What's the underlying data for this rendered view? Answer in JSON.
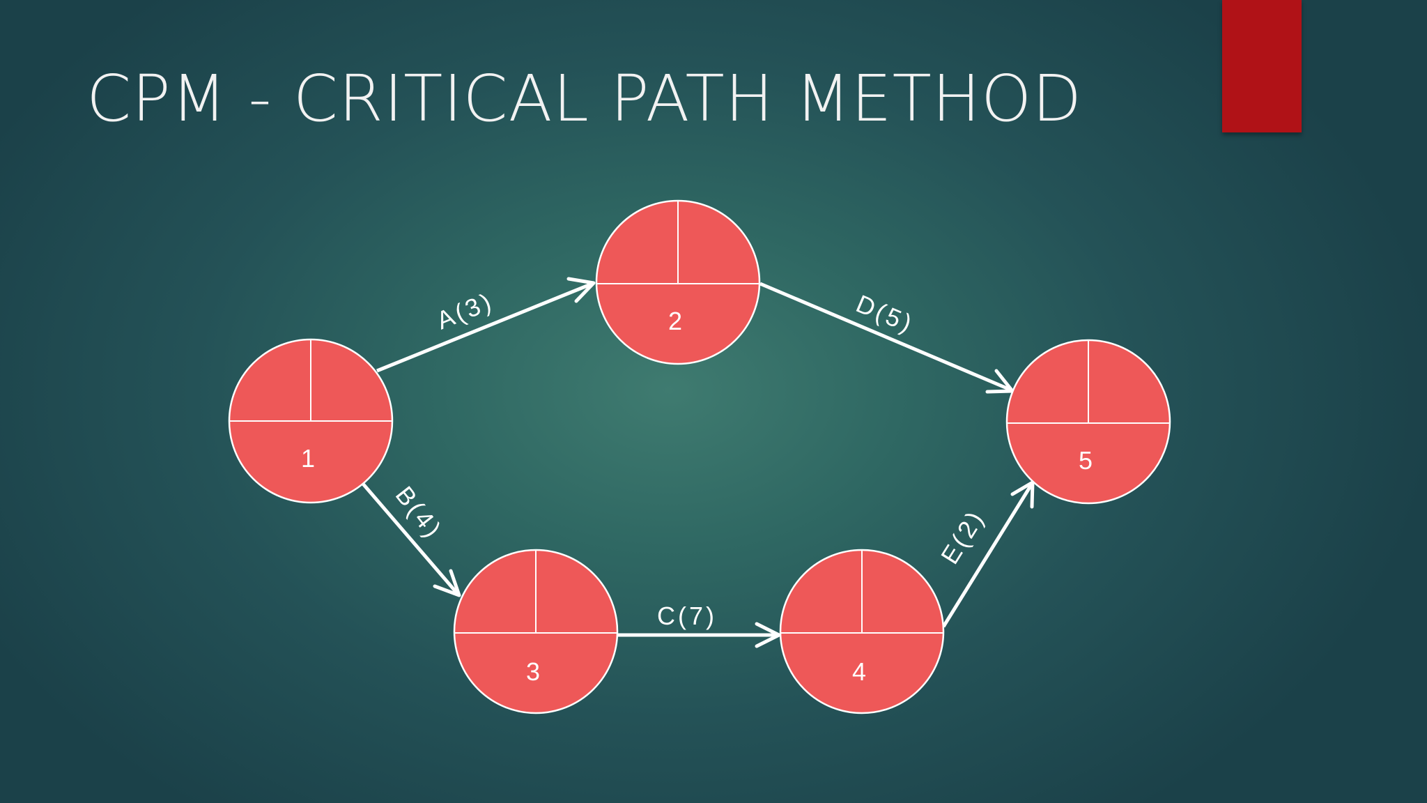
{
  "slide": {
    "title": "CPM - CRITICAL PATH METHOD",
    "accent_color": "#b01217",
    "node_color": "#ee5858"
  },
  "diagram": {
    "nodes": [
      {
        "id": "1",
        "label": "1"
      },
      {
        "id": "2",
        "label": "2"
      },
      {
        "id": "3",
        "label": "3"
      },
      {
        "id": "4",
        "label": "4"
      },
      {
        "id": "5",
        "label": "5"
      }
    ],
    "edges": [
      {
        "from": "1",
        "to": "2",
        "label": "A(3)"
      },
      {
        "from": "1",
        "to": "3",
        "label": "B(4)"
      },
      {
        "from": "3",
        "to": "4",
        "label": "C(7)"
      },
      {
        "from": "2",
        "to": "5",
        "label": "D(5)"
      },
      {
        "from": "4",
        "to": "5",
        "label": "E(2)"
      }
    ]
  }
}
